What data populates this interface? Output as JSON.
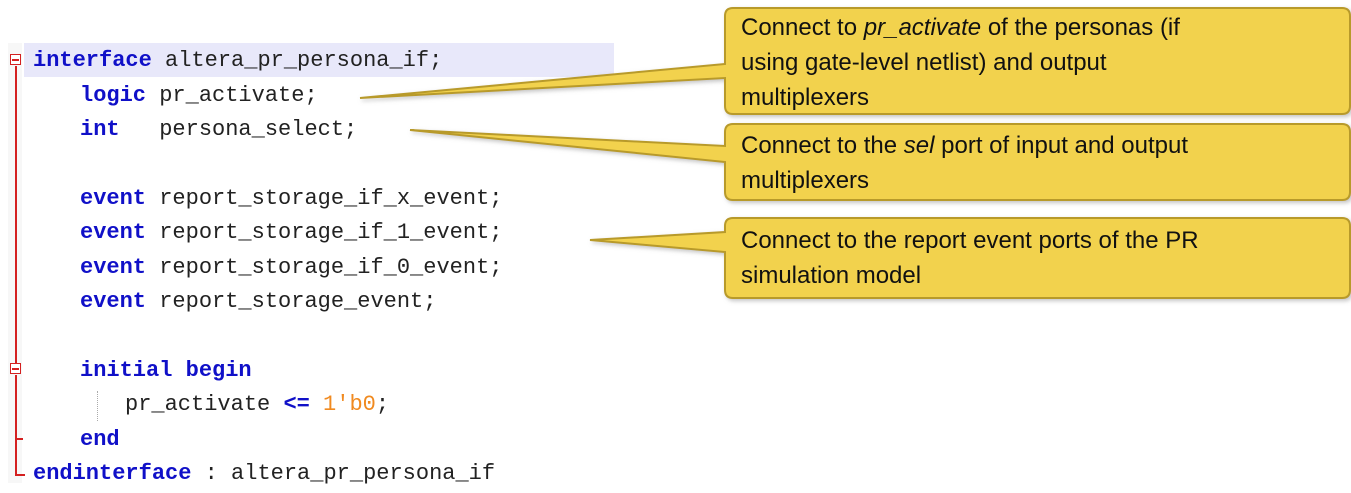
{
  "code": {
    "lines": [
      {
        "kw": "interface",
        "rest": " altera_pr_persona_if;"
      },
      {
        "kw": "logic",
        "rest": " pr_activate;"
      },
      {
        "kw": "int",
        "rest": "   persona_select;"
      },
      {
        "kw": "event",
        "rest": " report_storage_if_x_event;"
      },
      {
        "kw": "event",
        "rest": " report_storage_if_1_event;"
      },
      {
        "kw": "event",
        "rest": " report_storage_if_0_event;"
      },
      {
        "kw": "event",
        "rest": " report_storage_event;"
      },
      {
        "kw": "initial begin",
        "rest": ""
      },
      {
        "kw": "",
        "rest": "pr_activate ",
        "op": "<=",
        "num": " 1'b0",
        ";": ";"
      },
      {
        "kw": "end",
        "rest": ""
      },
      {
        "kw": "endinterface",
        "rest": " : altera_pr_persona_if"
      }
    ]
  },
  "callouts": [
    {
      "pre": "Connect to ",
      "em": "pr_activate",
      "post": " of the personas (if",
      "line2": "using gate-level netlist) and output",
      "line3": "multiplexers"
    },
    {
      "pre": "Connect to the ",
      "em": "sel",
      "post": " port of input and output",
      "line2": "multiplexers"
    },
    {
      "line1": "Connect to the report event ports of the PR",
      "line2": "simulation model"
    }
  ],
  "colors": {
    "keyword": "#1010c8",
    "number": "#f08a20",
    "fold": "#d42020",
    "callout_fill": "#f2d24e",
    "callout_stroke": "#b89a2a"
  }
}
